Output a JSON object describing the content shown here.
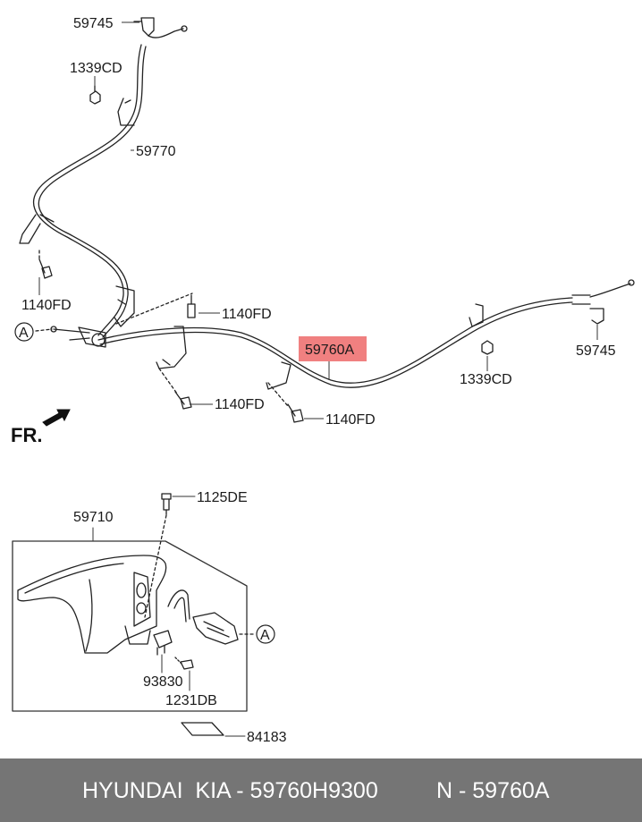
{
  "labels": {
    "p59745_top": "59745",
    "p1339cd_top": "1339CD",
    "p59770": "59770",
    "p1140fd_left": "1140FD",
    "p1140fd_mid": "1140FD",
    "p1140fd_lower": "1140FD",
    "p1140fd_right": "1140FD",
    "p59760a": "59760A",
    "p59745_right": "59745",
    "p1339cd_right": "1339CD",
    "ref_a_top": "A",
    "fr": "FR.",
    "p1125de": "1125DE",
    "p59710": "59710",
    "ref_a_box": "A",
    "p93830": "93830",
    "p1231db": "1231DB",
    "p84183": "84183"
  },
  "highlight_color": "#f08080",
  "footer": {
    "brand_part": "HYUNDAI  KIA - 59760H9300",
    "ref_part": "N - 59760A"
  }
}
